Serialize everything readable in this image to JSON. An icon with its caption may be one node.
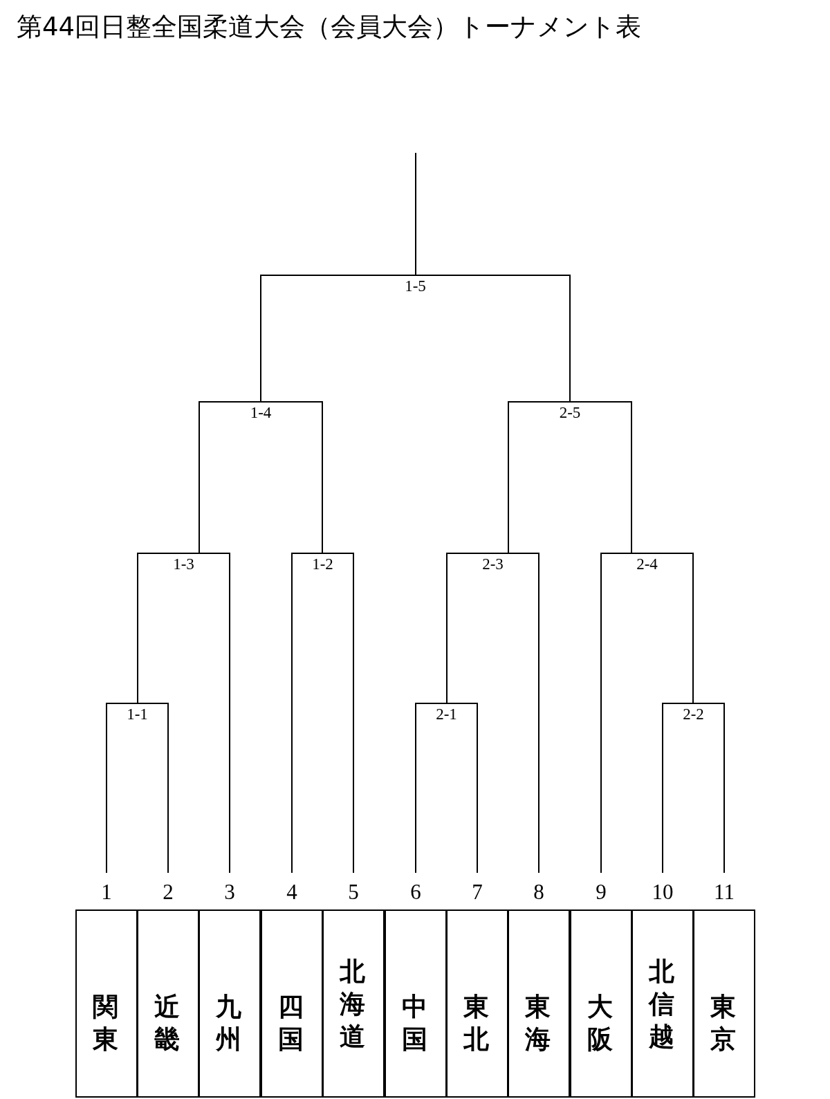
{
  "diagram": {
    "title": "第44回日整全国柔道大会（会員大会）トーナメント表",
    "nodes": [
      {
        "text": [
          "1-5"
        ]
      },
      {
        "text": [
          "1-4"
        ]
      },
      {
        "text": [
          "2-5"
        ]
      },
      {
        "text": [
          "1-3"
        ]
      },
      {
        "text": [
          "1-2"
        ]
      },
      {
        "text": [
          "2-3"
        ]
      },
      {
        "text": [
          "2-4"
        ]
      },
      {
        "text": [
          "1-1"
        ]
      },
      {
        "text": [
          "2-1"
        ]
      },
      {
        "text": [
          "2-2"
        ]
      },
      {
        "text": [
          "1",
          "関東"
        ]
      },
      {
        "text": [
          "2",
          "近畿"
        ]
      },
      {
        "text": [
          "3",
          "九州"
        ]
      },
      {
        "text": [
          "4",
          "四国"
        ]
      },
      {
        "text": [
          "5",
          "北海道"
        ]
      },
      {
        "text": [
          "6",
          "中国"
        ]
      },
      {
        "text": [
          "7",
          "東北"
        ]
      },
      {
        "text": [
          "8",
          "東海"
        ]
      },
      {
        "text": [
          "9",
          "大阪"
        ]
      },
      {
        "text": [
          "10",
          "北信越"
        ]
      },
      {
        "text": [
          "11",
          "東京"
        ]
      }
    ],
    "edges": [
      {
        "from": 10,
        "to": 7,
        "arrow": "none"
      },
      {
        "from": 11,
        "to": 7,
        "arrow": "none"
      },
      {
        "from": 7,
        "to": 3,
        "arrow": "none"
      },
      {
        "from": 12,
        "to": 3,
        "arrow": "none"
      },
      {
        "from": 13,
        "to": 4,
        "arrow": "none"
      },
      {
        "from": 14,
        "to": 4,
        "arrow": "none"
      },
      {
        "from": 3,
        "to": 1,
        "arrow": "none"
      },
      {
        "from": 4,
        "to": 1,
        "arrow": "none"
      },
      {
        "from": 15,
        "to": 8,
        "arrow": "none"
      },
      {
        "from": 16,
        "to": 8,
        "arrow": "none"
      },
      {
        "from": 8,
        "to": 5,
        "arrow": "none"
      },
      {
        "from": 17,
        "to": 5,
        "arrow": "none"
      },
      {
        "from": 18,
        "to": 6,
        "arrow": "none"
      },
      {
        "from": 19,
        "to": 9,
        "arrow": "none"
      },
      {
        "from": 20,
        "to": 9,
        "arrow": "none"
      },
      {
        "from": 9,
        "to": 6,
        "arrow": "none"
      },
      {
        "from": 5,
        "to": 2,
        "arrow": "none"
      },
      {
        "from": 6,
        "to": 2,
        "arrow": "none"
      },
      {
        "from": 1,
        "to": 0,
        "arrow": "none"
      },
      {
        "from": 2,
        "to": 0,
        "arrow": "none"
      },
      {
        "from": 0,
        "to": null,
        "arrow": "none"
      }
    ]
  }
}
